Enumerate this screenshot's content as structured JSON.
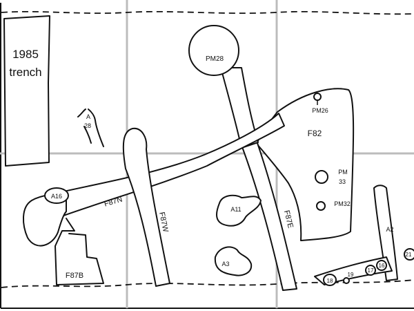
{
  "labels": {
    "trench_line1": "1985",
    "trench_line2": "trench",
    "a28_a": "A",
    "a28_num": "28",
    "pm28": "PM28",
    "pm26": "PM26",
    "f82": "F82",
    "pm33_a": "PM",
    "pm33_b": "33",
    "pm32": "PM32",
    "a16": "A16",
    "f87n": "F87N",
    "f87w": "F87W",
    "a11": "A11",
    "f87e": "F87E",
    "a2": "A2",
    "a3": "A3",
    "f87b": "F87B",
    "n18": "18",
    "n19": "19",
    "n17": "17",
    "n16": "16",
    "n21": "21"
  },
  "colors": {
    "grid": "#bcbcbc",
    "ink": "#111111",
    "background": "#ffffff"
  }
}
